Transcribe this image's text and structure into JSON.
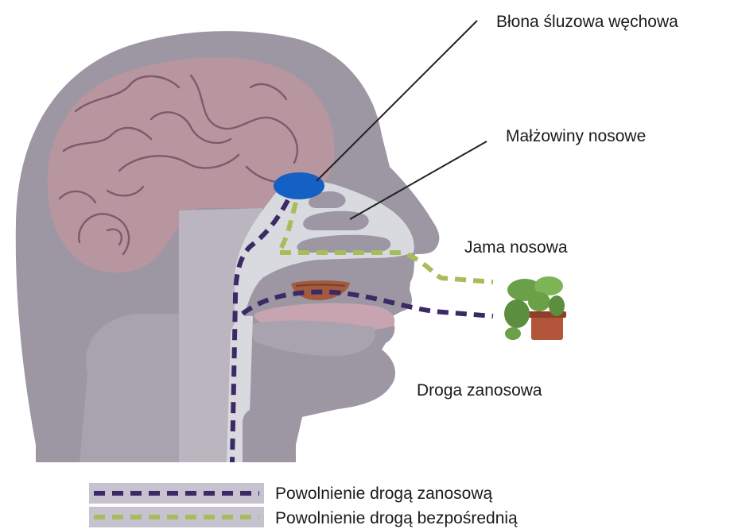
{
  "labels": {
    "olfactory_mucosa": "Błona śluzowa węchowa",
    "nasal_conchae": "Małżowiny nosowe",
    "nasal_cavity": "Jama nosowa",
    "retronasal_route": "Droga zanosowa"
  },
  "legend": {
    "retronasal": "Powolnienie drogą zanosową",
    "orthonasal": "Powolnienie drogą bezpośrednią"
  },
  "colors": {
    "head_fill": "#9c97a3",
    "head_light": "#bdb8c2",
    "cavity_fill": "#d9dadf",
    "brain_fill": "#b7969f",
    "brain_lines": "#80596b",
    "olfactory_bulb": "#1560c4",
    "retronasal_path": "#3b2a66",
    "orthonasal_path": "#a7bd5a",
    "mouth_fill": "#c8889a",
    "food": "#a35a3f",
    "plant_leaves": "#6aa048",
    "pot": "#b3553a"
  },
  "icons": {
    "plant": "plant-icon",
    "food": "food-icon"
  }
}
